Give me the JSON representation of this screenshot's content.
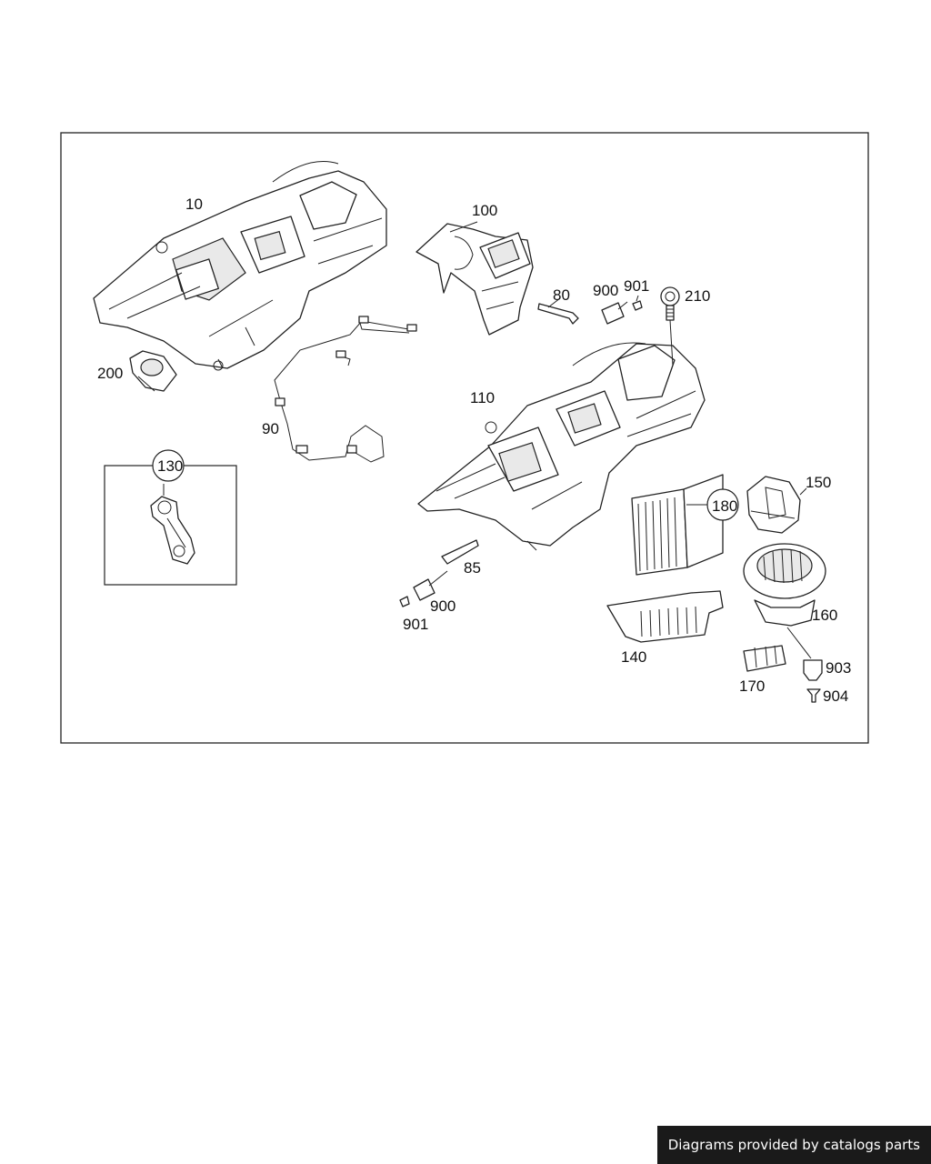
{
  "callouts": {
    "p10": "10",
    "p100": "100",
    "p80": "80",
    "p900a": "900",
    "p901a": "901",
    "p210": "210",
    "p200": "200",
    "p90": "90",
    "p110": "110",
    "p130": "130",
    "p150": "150",
    "p180": "180",
    "p85": "85",
    "p900b": "900",
    "p901b": "901",
    "p160": "160",
    "p140": "140",
    "p903": "903",
    "p170": "170",
    "p904": "904"
  },
  "footer": {
    "credit": "Diagrams provided by catalogs parts"
  }
}
